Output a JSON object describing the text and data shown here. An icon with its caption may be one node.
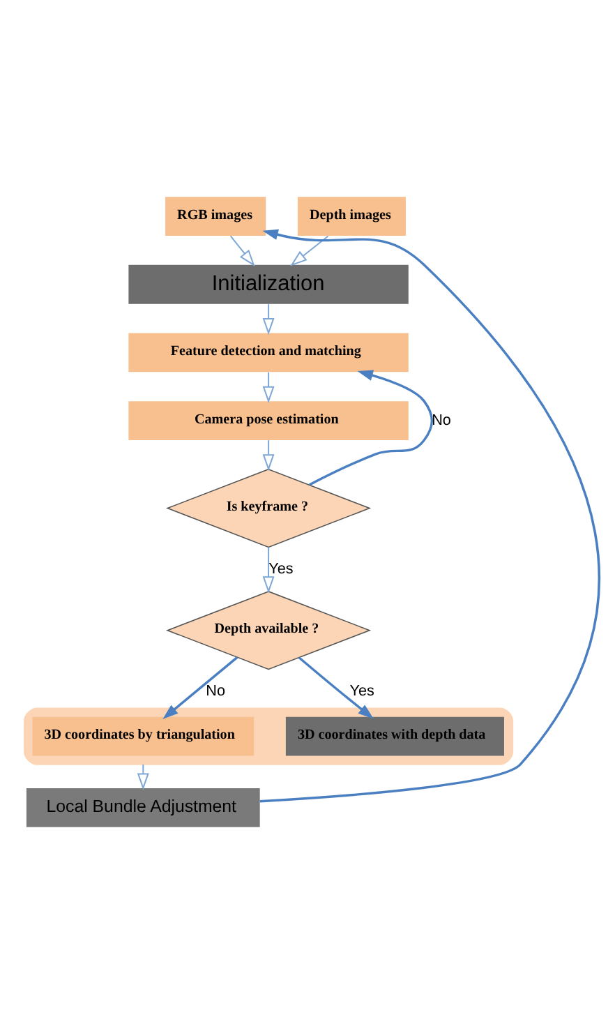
{
  "diagram": {
    "nodes": [
      {
        "text": [
          "RGB images"
        ]
      },
      {
        "text": [
          "Depth images"
        ]
      },
      {
        "text": [
          "Initialization"
        ]
      },
      {
        "text": [
          "Feature detection and matching"
        ]
      },
      {
        "text": [
          "Camera pose estimation"
        ]
      },
      {
        "text": [
          "Is keyframe ?"
        ]
      },
      {
        "text": [
          "Depth available ?"
        ]
      },
      {
        "text": [],
        "shape": "box"
      },
      {
        "text": [
          "3D coordinates by triangulation"
        ],
        "in": 7
      },
      {
        "text": [
          "3D coordinates with depth data"
        ],
        "in": 7
      },
      {
        "text": [
          "Local Bundle Adjustment"
        ]
      }
    ],
    "edges": [
      {
        "from": 0,
        "to": 2,
        "arrow": "to"
      },
      {
        "from": 1,
        "to": 2,
        "arrow": "to"
      },
      {
        "from": 2,
        "to": 3,
        "arrow": "to"
      },
      {
        "from": 3,
        "to": 4,
        "arrow": "to"
      },
      {
        "from": 4,
        "to": 5,
        "arrow": "to"
      },
      {
        "from": 5,
        "to": 3,
        "arrow": "to",
        "label": "No",
        "color": "#4a7fc1"
      },
      {
        "from": 5,
        "to": 6,
        "arrow": "to",
        "label": "Yes"
      },
      {
        "from": 6,
        "to": 8,
        "arrow": "to",
        "label": "No",
        "color": "#4a7fc1"
      },
      {
        "from": 6,
        "to": 9,
        "arrow": "to",
        "label": "Yes",
        "color": "#4a7fc1"
      },
      {
        "from": 7,
        "to": 10,
        "arrow": "to"
      },
      {
        "from": 10,
        "to": 0,
        "arrow": "to",
        "color": "#4a7fc1"
      }
    ]
  }
}
